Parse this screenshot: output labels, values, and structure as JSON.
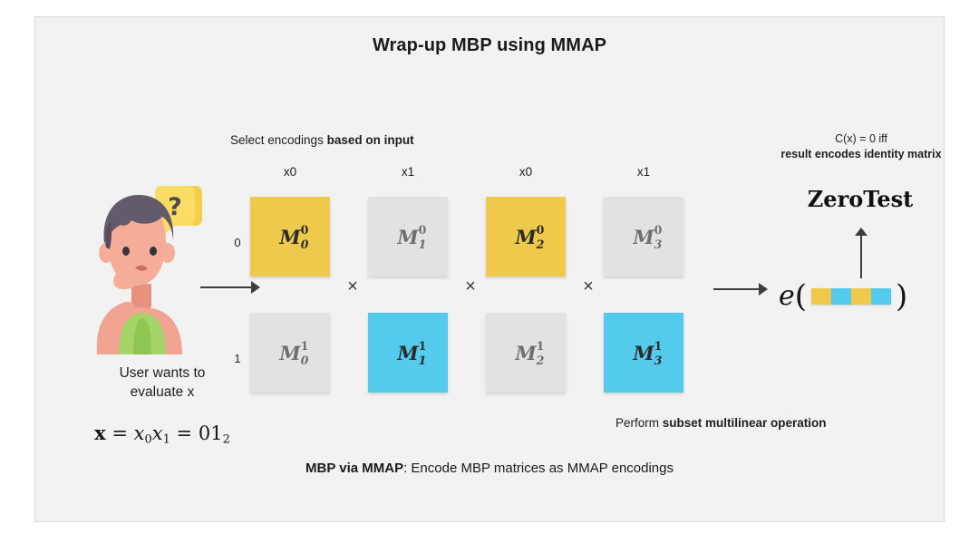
{
  "slide": {
    "title": "Wrap-up MBP using MMAP",
    "bottom_caption_bold": "MBP via MMAP",
    "bottom_caption_rest": ": Encode MBP matrices as MMAP encodings"
  },
  "colors": {
    "panel_bg": "#f2f2f2",
    "panel_border": "#d8d8d8",
    "accent_yellow": "#efc94c",
    "accent_cyan": "#54cbec",
    "inactive_gray": "#e2e2e2",
    "text_dark": "#1b1b1b"
  },
  "annotations": {
    "select_prefix": "Select encodings ",
    "select_bold": "based on input",
    "subset_prefix": "Perform ",
    "subset_bold": "subset multilinear operation",
    "ctest_line1": "C(x) = 0 iff",
    "ctest_line2": "result encodes identity matrix"
  },
  "user": {
    "caption_line1": "User wants to",
    "caption_line2": "evaluate x",
    "formula_x": "x",
    "formula_eq1": " = ",
    "formula_x0": "x",
    "formula_x0_sub": "0",
    "formula_x1": "x",
    "formula_x1_sub": "1",
    "formula_eq2": " = ",
    "formula_value": "01",
    "formula_value_sub": "2",
    "bubble_glyph": "?"
  },
  "grid": {
    "column_headers": [
      "x0",
      "x1",
      "x0",
      "x1"
    ],
    "row_labels": [
      "0",
      "1"
    ],
    "times_symbol": "×",
    "matrices": [
      [
        {
          "base": "M",
          "sub": "0",
          "sup": "0",
          "state": "active-yellow"
        },
        {
          "base": "M",
          "sub": "1",
          "sup": "0",
          "state": "inactive"
        },
        {
          "base": "M",
          "sub": "2",
          "sup": "0",
          "state": "active-yellow"
        },
        {
          "base": "M",
          "sub": "3",
          "sup": "0",
          "state": "inactive"
        }
      ],
      [
        {
          "base": "M",
          "sub": "0",
          "sup": "1",
          "state": "inactive"
        },
        {
          "base": "M",
          "sub": "1",
          "sup": "1",
          "state": "active-cyan"
        },
        {
          "base": "M",
          "sub": "2",
          "sup": "1",
          "state": "inactive"
        },
        {
          "base": "M",
          "sub": "3",
          "sup": "1",
          "state": "active-cyan"
        }
      ]
    ]
  },
  "encoding": {
    "function_label": "e",
    "paren_open": "(",
    "paren_close": ")",
    "segments": [
      "#efc94c",
      "#54cbec",
      "#efc94c",
      "#54cbec"
    ],
    "zerotest_label": "ZeroTest"
  }
}
